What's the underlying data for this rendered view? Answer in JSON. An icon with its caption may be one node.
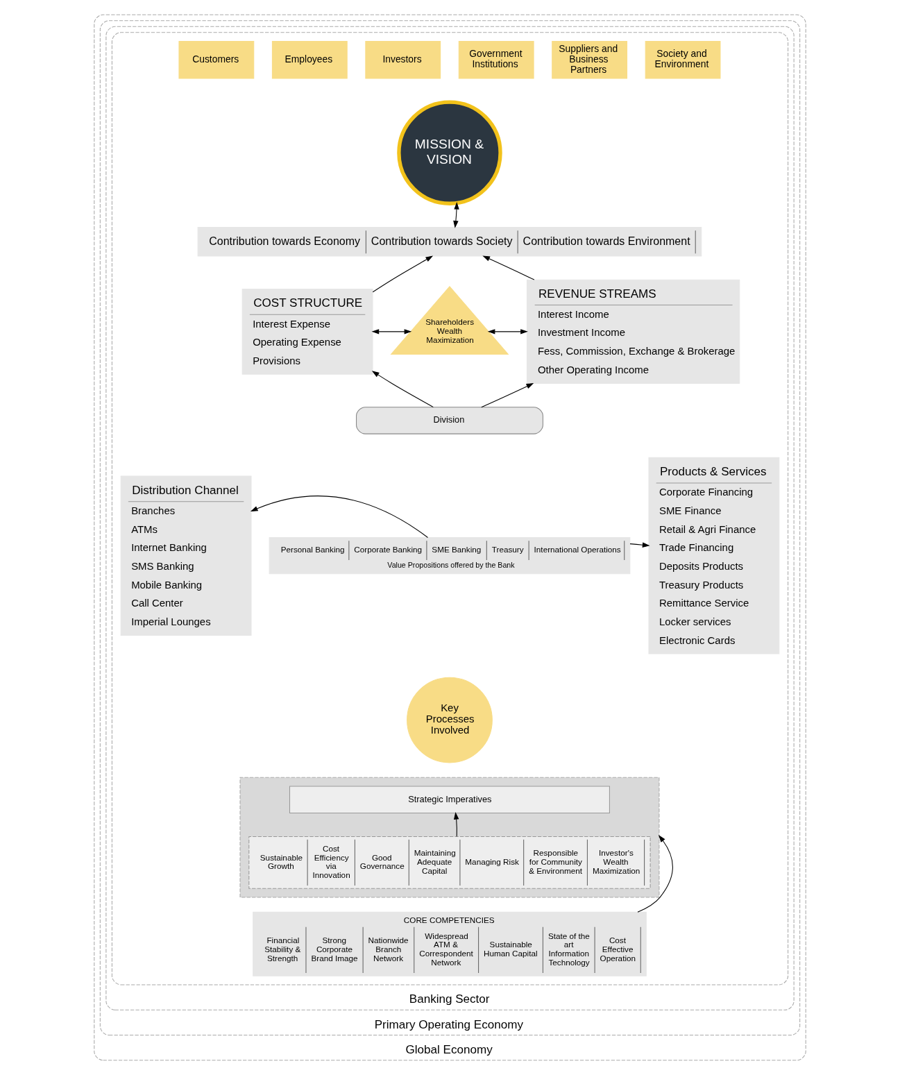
{
  "diagram": {
    "nodes": [
      {
        "text": [
          "Global Economy"
        ]
      },
      {
        "text": [
          "Primary Operating Economy"
        ],
        "in": 0
      },
      {
        "text": [
          "Banking Sector"
        ],
        "in": 1
      },
      {
        "text": [],
        "shape": "box",
        "in": 2
      },
      {
        "text": [
          "Customers"
        ],
        "in": 3
      },
      {
        "text": [
          "Employees"
        ],
        "in": 3
      },
      {
        "text": [
          "Investors"
        ],
        "in": 3
      },
      {
        "text": [
          "Government Institutions"
        ],
        "in": 3
      },
      {
        "text": [
          "Suppliers and Business Partners"
        ],
        "in": 3
      },
      {
        "text": [
          "Society and Environment"
        ],
        "in": 3
      },
      {
        "text": [
          "MISSION & VISION"
        ],
        "in": 3
      },
      {
        "text": [
          "Contribution towards Economy",
          "Contribution towards Society",
          "Contribution towards Environment"
        ],
        "in": 3
      },
      {
        "text": [
          "COST STRUCTURE",
          "Interest Expense",
          "Operating Expense",
          "Provisions"
        ],
        "in": 3
      },
      {
        "text": [
          "Shareholders Wealth Maximization"
        ],
        "in": 3
      },
      {
        "text": [
          "REVENUE STREAMS",
          "Interest Income",
          "Investment Income",
          "Fess, Commission, Exchange & Brokerage",
          "Other Operating Income"
        ],
        "in": 3
      },
      {
        "text": [
          "Division"
        ],
        "in": 3
      },
      {
        "text": [
          "Personal Banking",
          "Corporate Banking",
          "SME Banking",
          "Treasury",
          "International Operations",
          "Value Propositions offered by the Bank"
        ],
        "in": 3
      },
      {
        "text": [
          "Distribution Channel",
          "Branches",
          "ATMs",
          "Internet Banking",
          "SMS Banking",
          "Mobile Banking",
          "Call Center",
          "Imperial Lounges"
        ],
        "in": 3
      },
      {
        "text": [
          "Products & Services",
          "Corporate Financing",
          "SME Finance",
          "Retail & Agri Finance",
          "Trade Financing",
          "Deposits Products",
          "Treasury Products",
          "Remittance Service",
          "Locker services",
          "Electronic Cards"
        ],
        "in": 3
      },
      {
        "text": [
          "Key Processes Involved"
        ],
        "in": 3
      },
      {
        "text": [],
        "shape": "box",
        "in": 3
      },
      {
        "text": [
          "Strategic Imperatives"
        ],
        "in": 20
      },
      {
        "text": [
          "Sustainable Growth",
          "Cost Efficiency via Innovation",
          "Good Governance",
          "Maintaining Adequate Capital",
          "Managing Risk",
          "Responsible for Community & Environment",
          "Investor's Wealth Maximization"
        ],
        "in": 20
      },
      {
        "text": [
          "CORE COMPETENCIES",
          "Financial Stability & Strength",
          "Strong Corporate Brand Image",
          "Nationwide Branch Network",
          "Widespread ATM & Correspondent Network",
          "Sustainable Human Capital",
          "State of the art Information Technology",
          "Cost Effective Operation"
        ],
        "in": 3
      }
    ],
    "edges": [
      {
        "from": 10,
        "to": 11,
        "arrow": "both"
      },
      {
        "from": 12,
        "to": 11,
        "arrow": "to"
      },
      {
        "from": 14,
        "to": 11,
        "arrow": "to"
      },
      {
        "from": 12,
        "to": 13,
        "arrow": "both"
      },
      {
        "from": 13,
        "to": 14,
        "arrow": "both"
      },
      {
        "from": 15,
        "to": 12,
        "arrow": "to"
      },
      {
        "from": 15,
        "to": 14,
        "arrow": "to"
      },
      {
        "from": 16,
        "to": 17,
        "arrow": "to"
      },
      {
        "from": 16,
        "to": 18,
        "arrow": "to"
      },
      {
        "from": 22,
        "to": 21,
        "arrow": "to"
      },
      {
        "from": 23,
        "to": 20,
        "arrow": "to"
      }
    ]
  }
}
